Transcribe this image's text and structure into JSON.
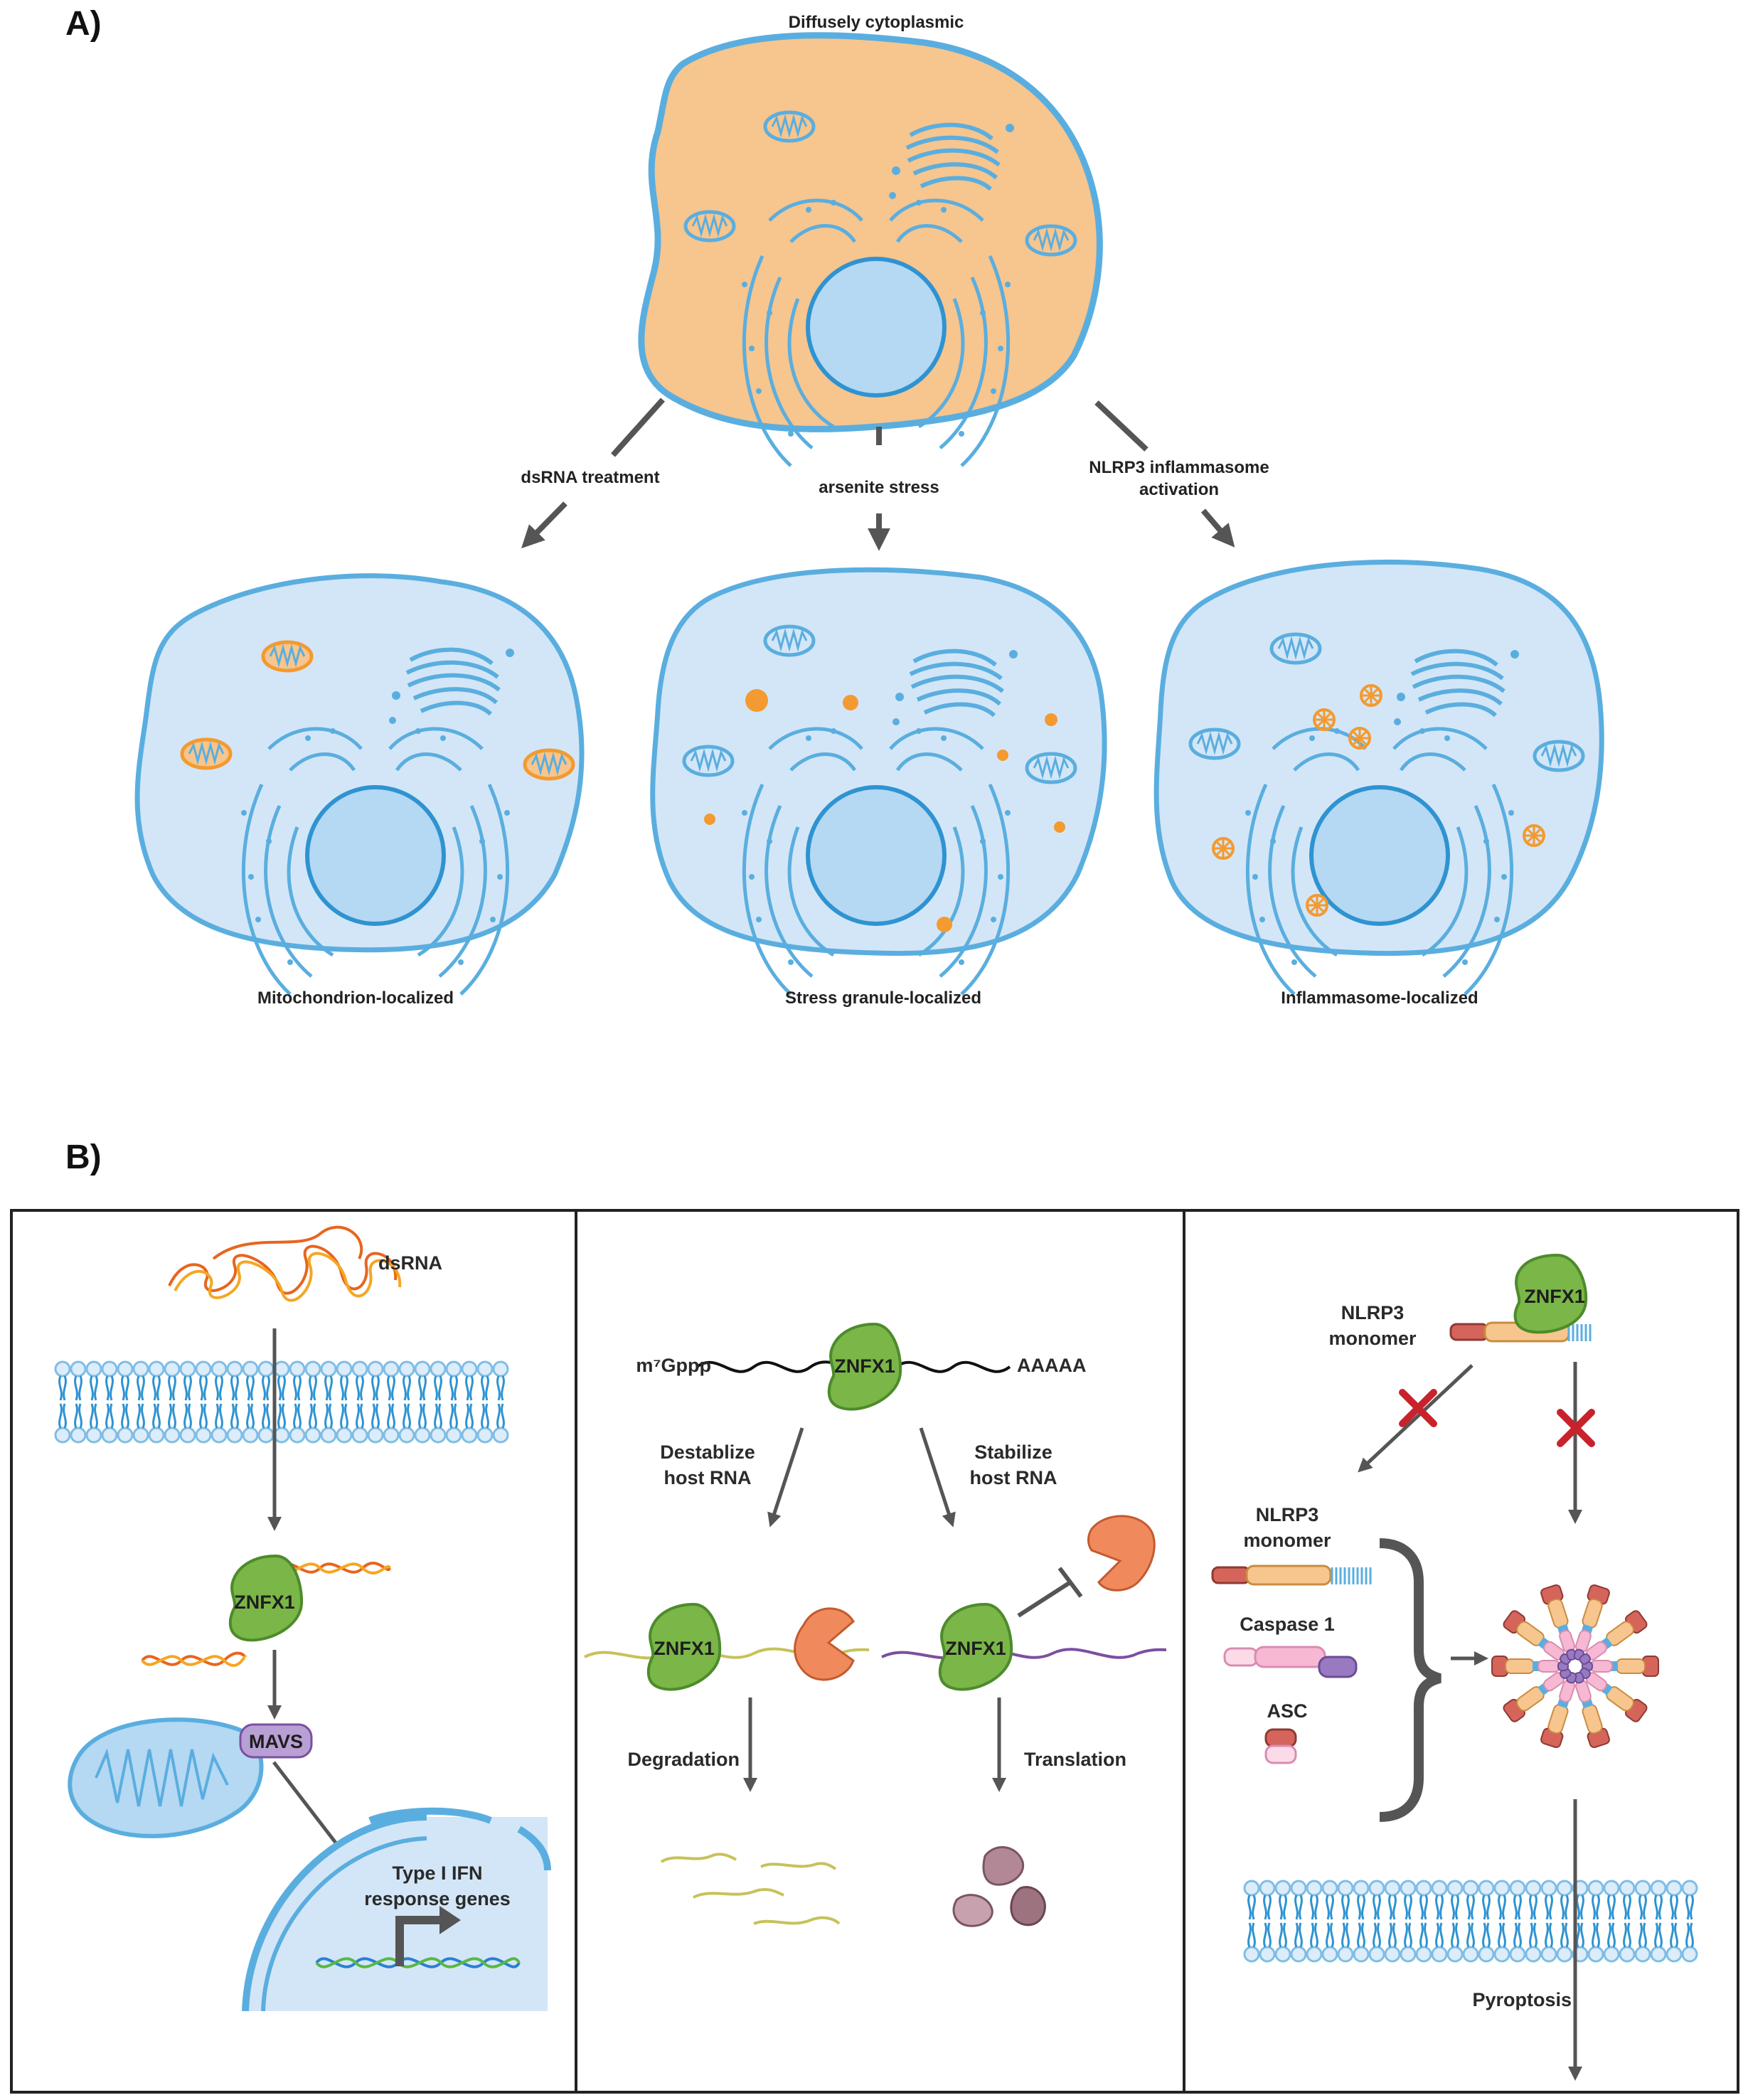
{
  "panels": {
    "a": "A)",
    "b": "B)"
  },
  "panel_a": {
    "top_cell_label": "Diffusely cytoplasmic",
    "left_condition": "dsRNA treatment",
    "center_condition": "arsenite stress",
    "right_condition_line1": "NLRP3 inflammasome",
    "right_condition_line2": "activation",
    "left_cell_label": "Mitochondrion-localized",
    "center_cell_label": "Stress granule-localized",
    "right_cell_label": "Inflammasome-localized"
  },
  "panel_b": {
    "left": {
      "dsrna_label": "dsRNA",
      "znfx1_label": "ZNFX1",
      "mavs_label": "MAVS",
      "ifn_line1": "Type I IFN",
      "ifn_line2": "response genes"
    },
    "middle": {
      "cap_label": "m⁷Gppp",
      "polya_label": "AAAAA",
      "znfx1_label": "ZNFX1",
      "destab_line1": "Destablize",
      "destab_line2": "host RNA",
      "stab_line1": "Stabilize",
      "stab_line2": "host RNA",
      "degradation_label": "Degradation",
      "translation_label": "Translation"
    },
    "right": {
      "znfx1_label": "ZNFX1",
      "nlrp3_top_line1": "NLRP3",
      "nlrp3_top_line2": "monomer",
      "nlrp3_mid_line1": "NLRP3",
      "nlrp3_mid_line2": "monomer",
      "caspase_label": "Caspase 1",
      "asc_label": "ASC",
      "pyroptosis_label": "Pyroptosis"
    }
  },
  "colors": {
    "cell_fill": "#d3e6f7",
    "cell_outline": "#5aaedf",
    "cytoplasm_orange": "#f7c58e",
    "organelle": "#5aaedf",
    "nucleus": "#b5d8f3",
    "znfx1_green": "#7ab648",
    "highlight_orange": "#f39a30",
    "arrow_gray": "#555555",
    "inhibit_red": "#c8232c",
    "mavs_purple": "#b89fd4",
    "rna_yellow": "#c6c25a",
    "rna_purple": "#7b4fa0",
    "protein_pink": "#b38896"
  }
}
